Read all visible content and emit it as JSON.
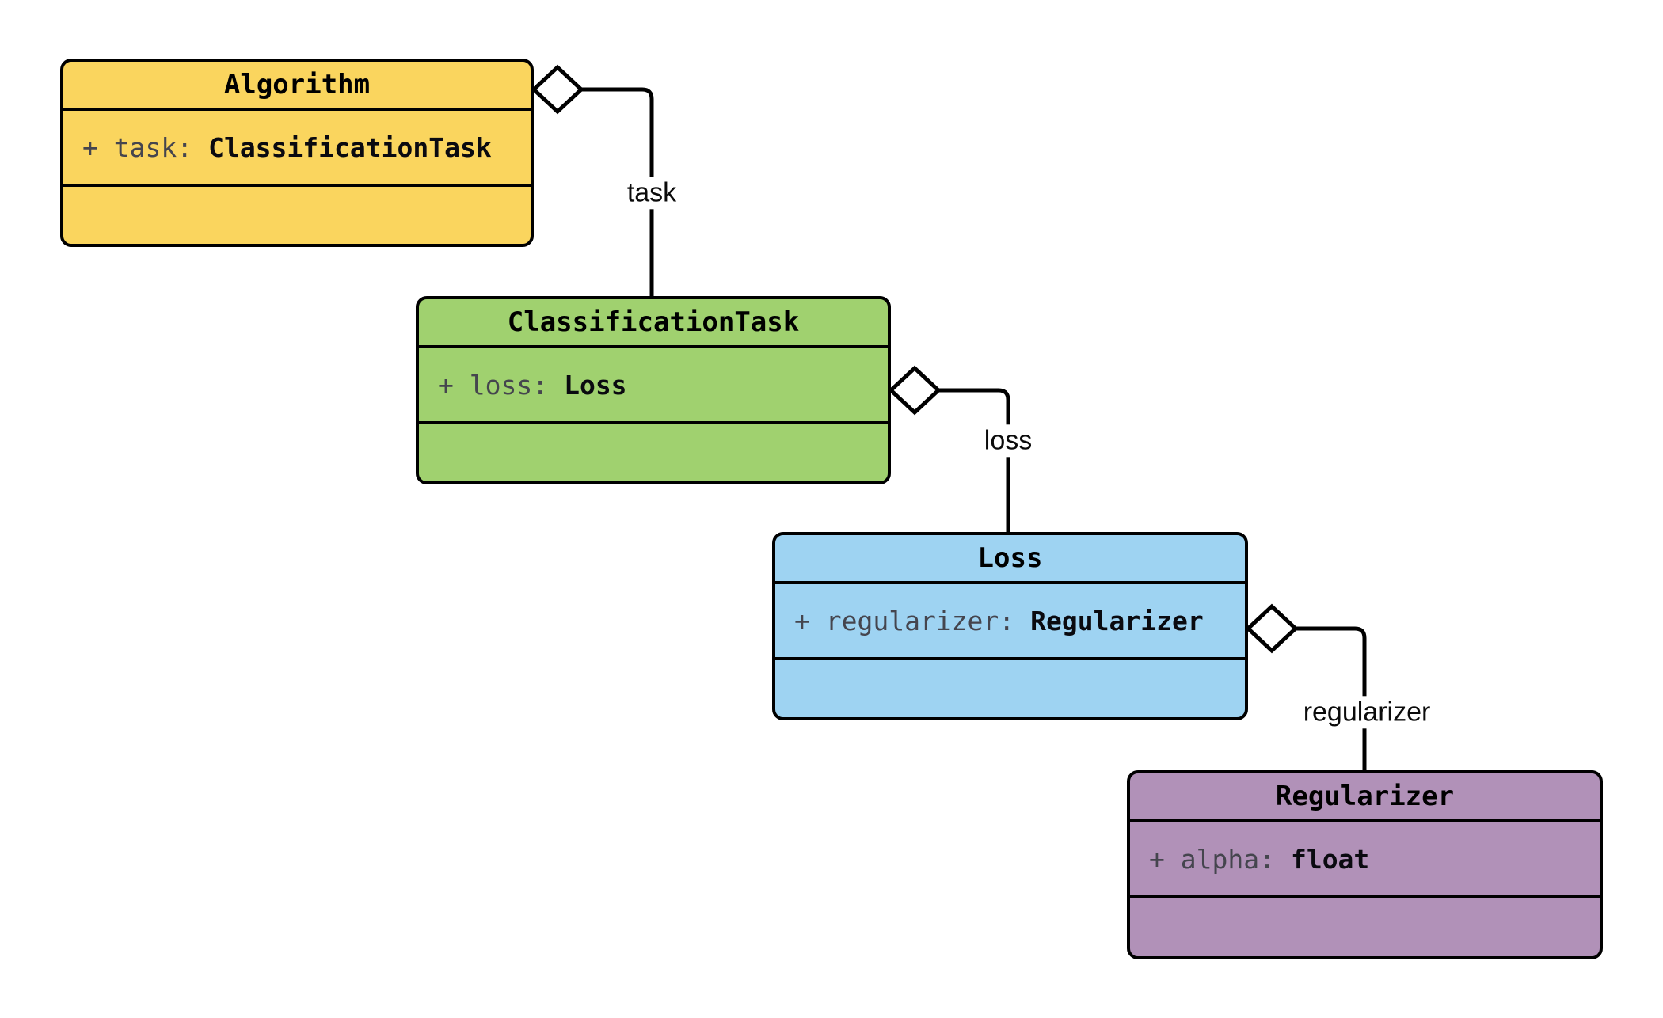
{
  "diagram": {
    "kind": "uml-class-diagram",
    "background": "#ffffff",
    "border_color": "#000000",
    "classes": [
      {
        "name": "Algorithm",
        "fill": "#FAD55E",
        "attribute": {
          "label": "+ task:",
          "type": "ClassificationTask"
        }
      },
      {
        "name": "ClassificationTask",
        "fill": "#A0D16F",
        "attribute": {
          "label": "+ loss:",
          "type": "Loss"
        }
      },
      {
        "name": "Loss",
        "fill": "#9ED3F2",
        "attribute": {
          "label": "+ regularizer:",
          "type": "Regularizer"
        }
      },
      {
        "name": "Regularizer",
        "fill": "#B191B8",
        "attribute": {
          "label": "+ alpha:",
          "type": "float"
        }
      }
    ],
    "relations": [
      {
        "from": "Algorithm",
        "to": "ClassificationTask",
        "label": "task",
        "kind": "aggregation"
      },
      {
        "from": "ClassificationTask",
        "to": "Loss",
        "label": "loss",
        "kind": "aggregation"
      },
      {
        "from": "Loss",
        "to": "Regularizer",
        "label": "regularizer",
        "kind": "aggregation"
      }
    ],
    "text_colors": {
      "title": "#000000",
      "attribute_name": "#45454e",
      "attribute_type": "#0a0a10",
      "edge_label": "#0b0b0b"
    }
  }
}
